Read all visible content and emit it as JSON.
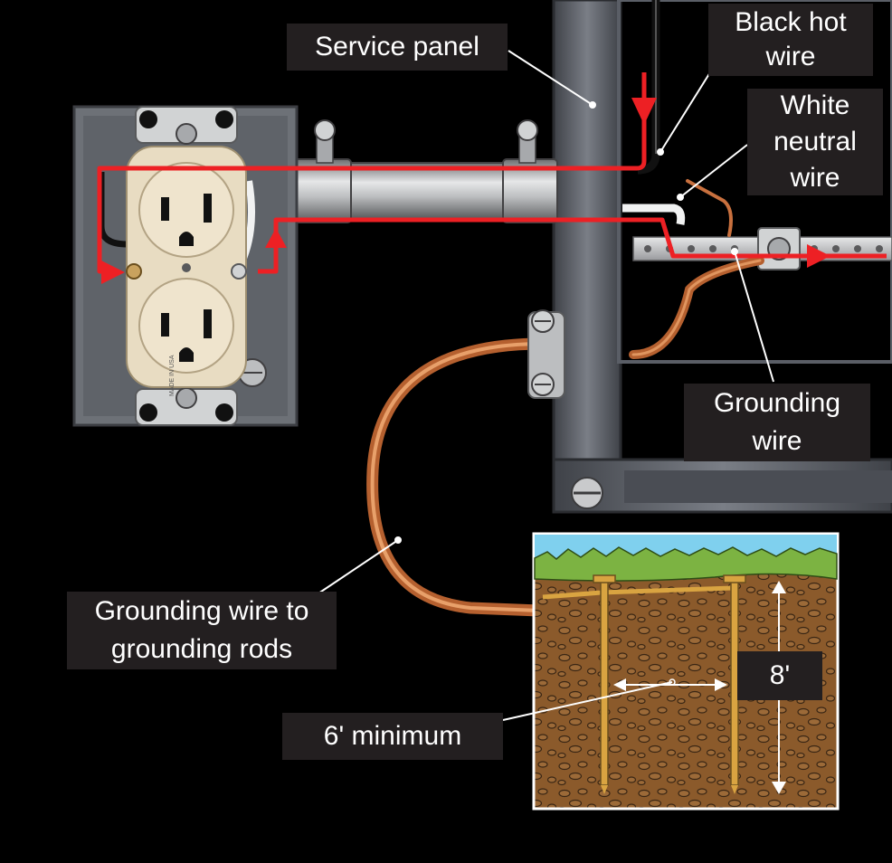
{
  "labels": {
    "service_panel": "Service panel",
    "black_hot_wire": [
      "Black hot",
      "wire"
    ],
    "white_neutral_wire": [
      "White",
      "neutral",
      "wire"
    ],
    "grounding_wire": [
      "Grounding",
      "wire"
    ],
    "grounding_wire_to_rods": [
      "Grounding wire to",
      "grounding rods"
    ],
    "six_foot_minimum": "6' minimum",
    "eight_foot": "8'"
  },
  "receptacle_markings": {
    "made_in": "MADE IN USA"
  },
  "colors": {
    "background": "#000000",
    "label_bg": "#231f20",
    "label_text": "#ffffff",
    "current_arrow": "#ed2024",
    "copper": "#c8703e",
    "panel_steel": "#5a5e66",
    "soil": "#8b5a2b",
    "grass": "#7cb342",
    "sky": "#7fd0ee"
  }
}
